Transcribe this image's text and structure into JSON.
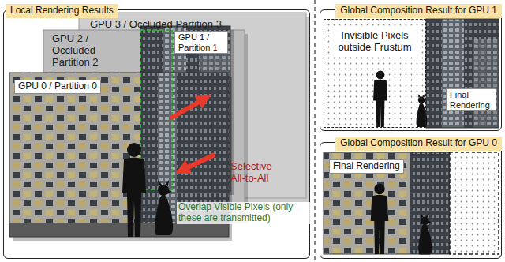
{
  "diagram": {
    "nodes": [
      {
        "text": [
          "Local Rendering Results"
        ]
      },
      {
        "text": [
          "GPU 3 / Occluded Partition 3"
        ],
        "in": 0
      },
      {
        "text": [
          "GPU 2 / Occluded Partition 2"
        ],
        "in": 0
      },
      {
        "text": [
          "GPU 1 / Partition 1"
        ],
        "in": 0
      },
      {
        "text": [
          "GPU 0 / Partition 0"
        ],
        "in": 0
      },
      {
        "text": [
          "Global Composition Result for GPU 1"
        ]
      },
      {
        "text": [
          "Invisible Pixels outside Frustum"
        ],
        "in": 5
      },
      {
        "text": [
          "Final Rendering"
        ],
        "in": 5
      },
      {
        "text": [
          "Global Composition Result for GPU 0"
        ]
      },
      {
        "text": [
          "Final Rendering"
        ],
        "in": 8
      }
    ],
    "edges": [
      {
        "from": 4,
        "to": 3,
        "arrow": "to"
      },
      {
        "from": 3,
        "to": 4,
        "arrow": "to",
        "label": "Selective All-to-All"
      }
    ],
    "labels": [
      "Overlap Visible Pixels (only these are transmitted)"
    ]
  }
}
